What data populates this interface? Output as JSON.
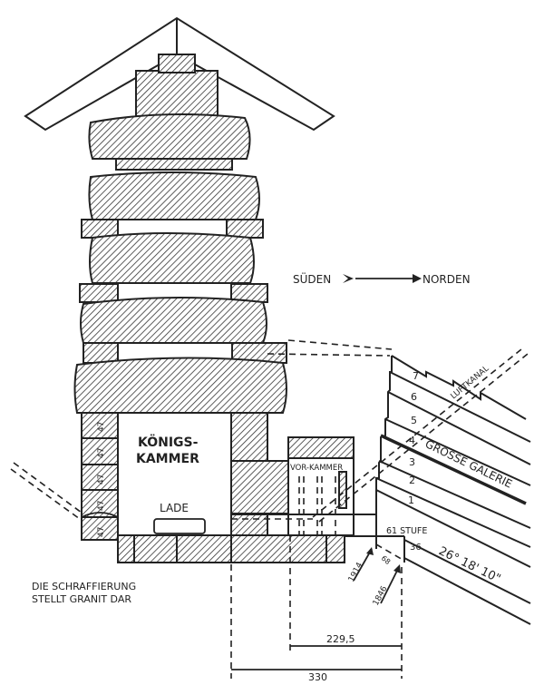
{
  "title": "Königskammer cross-section",
  "direction": {
    "from": "SÜDEN",
    "to": "NORDEN"
  },
  "chambers": {
    "kings_chamber_line1": "KÖNIGS-",
    "kings_chamber_line2": "KAMMER",
    "sarcophagus": "LADE",
    "antechamber": "VOR-KAMMER"
  },
  "wall_blocks": [
    "47",
    "47",
    "47",
    "47",
    "47"
  ],
  "gallery": {
    "label": "GROSSE GALERIE",
    "air_shaft": "LUFTKANAL",
    "courses": [
      "1",
      "2",
      "3",
      "4",
      "5",
      "6",
      "7"
    ],
    "step": "61 STUFE",
    "step_value": "36",
    "angle": "26° 18' 10\"",
    "small_value": "68",
    "year_1": "1914",
    "year_2": "1846"
  },
  "dimensions": {
    "inner": "229,5",
    "outer": "330"
  },
  "legend": {
    "line1": "DIE SCHRAFFIERUNG",
    "line2": "STELLT GRANIT DAR"
  }
}
